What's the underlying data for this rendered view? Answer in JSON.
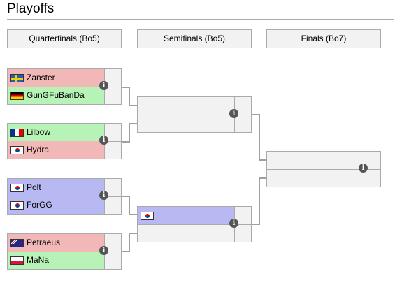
{
  "title": "Playoffs",
  "rounds": {
    "quarterfinals": "Quarterfinals (Bo5)",
    "semifinals": "Semifinals (Bo5)",
    "finals": "Finals (Bo7)"
  },
  "info_glyph": "i",
  "colors": {
    "loser": "#f2b8b8",
    "winner": "#b7f2b7",
    "tbd": "#b8b8f2",
    "connector": "#a0a0a0"
  },
  "quarterfinals": [
    {
      "top": {
        "name": "Zanster",
        "flag": "sweden-flag-icon",
        "result": "loser"
      },
      "bottom": {
        "name": "GunGFuBanDa",
        "flag": "germany-flag-icon",
        "result": "winner"
      }
    },
    {
      "top": {
        "name": "Lilbow",
        "flag": "france-flag-icon",
        "result": "winner"
      },
      "bottom": {
        "name": "Hydra",
        "flag": "korea-flag-icon",
        "result": "loser"
      }
    },
    {
      "top": {
        "name": "Polt",
        "flag": "korea-flag-icon",
        "result": "tbd"
      },
      "bottom": {
        "name": "ForGG",
        "flag": "korea-flag-icon",
        "result": "tbd"
      }
    },
    {
      "top": {
        "name": "Petraeus",
        "flag": "new-zealand-flag-icon",
        "result": "loser"
      },
      "bottom": {
        "name": "MaNa",
        "flag": "poland-flag-icon",
        "result": "winner"
      }
    }
  ],
  "semifinals": [
    {
      "top": {
        "name": ""
      },
      "bottom": {
        "name": ""
      }
    },
    {
      "top": {
        "name": "",
        "flag": "korea-flag-icon",
        "result": "tbd"
      },
      "bottom": {
        "name": ""
      }
    }
  ],
  "finals": [
    {
      "top": {
        "name": ""
      },
      "bottom": {
        "name": ""
      }
    }
  ]
}
